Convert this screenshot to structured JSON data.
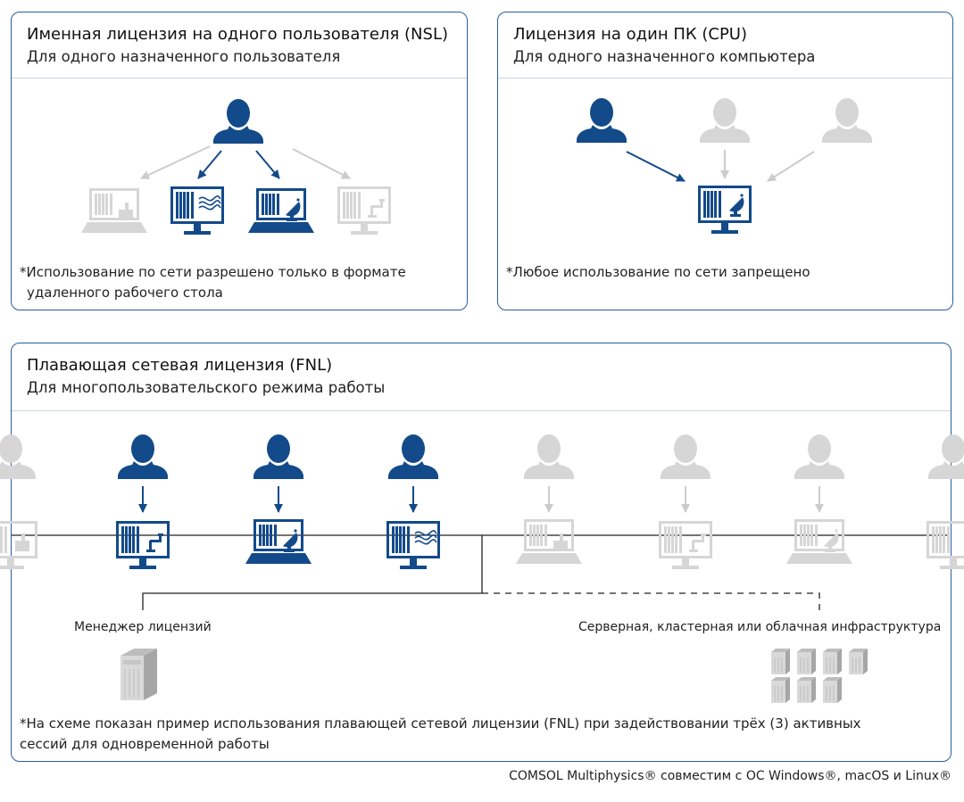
{
  "colors": {
    "active": "#134a8a",
    "inactive": "#d6d6d6",
    "border": "#2a5d9f",
    "line": "#222222"
  },
  "icons": {
    "user": "user-icon",
    "monitor": "monitor-icon",
    "laptop": "laptop-icon",
    "server": "server-icon"
  },
  "nsl": {
    "title": "Именная лицензия на одного пользователя (NSL)",
    "subtitle": "Для одного назначенного пользователя",
    "note_line1": "*Использование по сети разрешено только в формате",
    "note_line2": "удаленного рабочего стола"
  },
  "cpu": {
    "title": "Лицензия на один ПК (CPU)",
    "subtitle": "Для одного назначенного компьютера",
    "note": "*Любое использование по сети запрещено"
  },
  "fnl": {
    "title": "Плавающая сетевая лицензия (FNL)",
    "subtitle": "Для многопользовательского режима работы",
    "license_manager": "Менеджер лицензий",
    "infrastructure": "Серверная, кластерная или облачная инфраструктура",
    "note_line1": "*На схеме показан пример использования плавающей сетевой лицензии (FNL) при задействовании трёх (3) активных",
    "note_line2": "сессий для одновременной работы"
  },
  "footer": "COMSOL Multiphysics® совместим с ОС Windows®, macOS и Linux®"
}
